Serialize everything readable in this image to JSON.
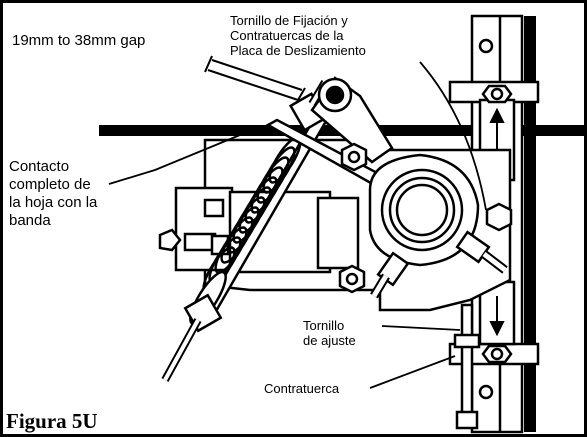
{
  "figure": {
    "title": "Figura 5U",
    "gap_label": "19mm to 38mm gap",
    "top_label_lines": [
      "Tornillo de Fijación y",
      "Contratuercas de la",
      "Placa de Deslizamiento"
    ],
    "contact_label_lines": [
      "Contacto",
      "completo de",
      "la hoja con la",
      "banda"
    ],
    "screw_label_lines": [
      "Tornillo",
      "de ajuste"
    ],
    "locknut_label": "Contratuerca"
  }
}
